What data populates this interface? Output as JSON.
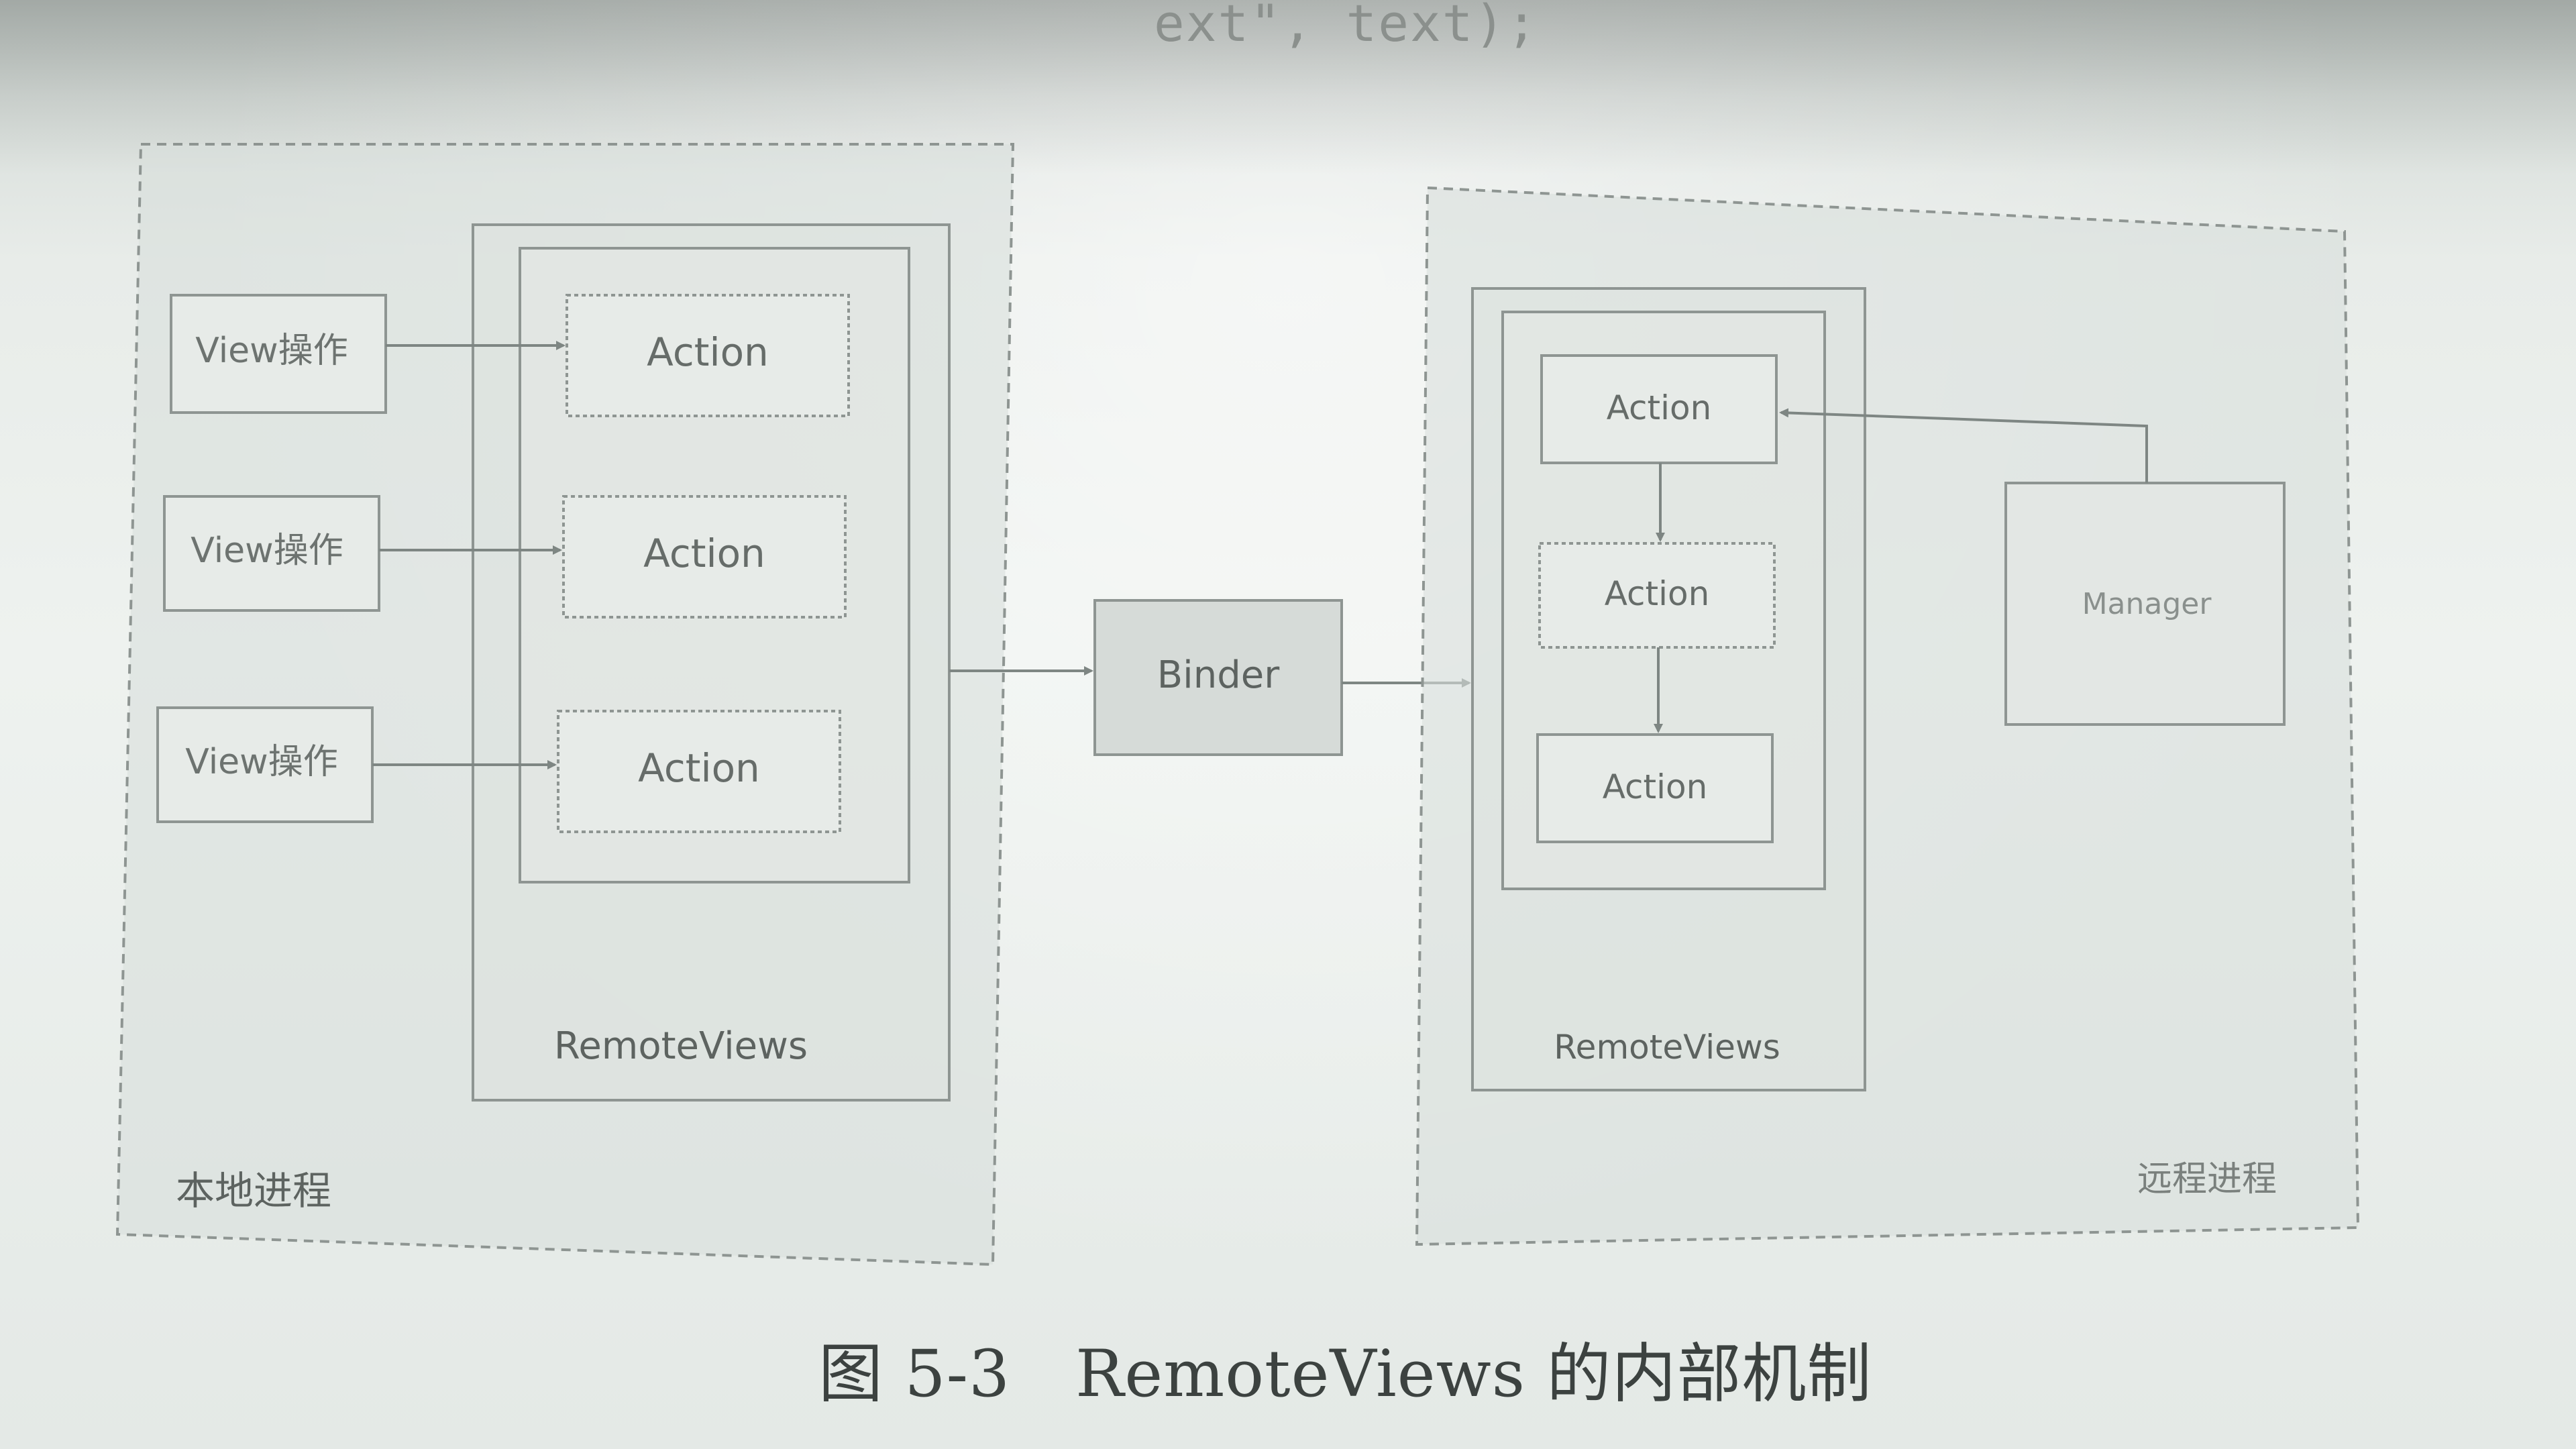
{
  "code_snippet": "ext\", text);",
  "local_process": {
    "label": "本地进程",
    "view_ops": [
      "View操作",
      "View操作",
      "View操作"
    ],
    "actions": [
      "Action",
      "Action",
      "Action"
    ],
    "remote_views_label": "RemoteViews"
  },
  "binder": {
    "label": "Binder"
  },
  "remote_process": {
    "label": "远程进程",
    "actions": [
      "Action",
      "Action",
      "Action"
    ],
    "remote_views_label": "RemoteViews",
    "manager_label": "Manager"
  },
  "caption": "图 5-3　RemoteViews 的内部机制",
  "colors": {
    "box_stroke": "#8e9592",
    "box_fill": "#e7ebe8",
    "binder_fill": "#d6dbd8",
    "arrow": "#7e8683"
  }
}
